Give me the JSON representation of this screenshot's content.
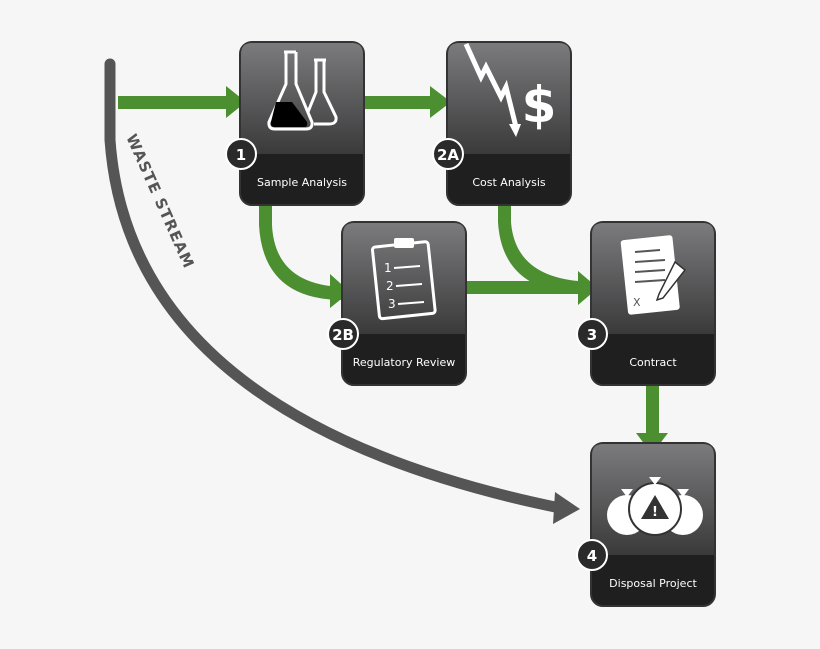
{
  "waste_stream_label": "WASTE STREAM",
  "colors": {
    "green": "#4b8f31",
    "waste": "#555555",
    "box_top": "#7b7b7d",
    "box_bottom": "#1f1f1f"
  },
  "steps": [
    {
      "badge": "1",
      "label": "Sample Analysis",
      "icon": "flasks-icon"
    },
    {
      "badge": "2A",
      "label": "Cost Analysis",
      "icon": "falling-dollar-icon"
    },
    {
      "badge": "2B",
      "label": "Regulatory Review",
      "icon": "clipboard-checklist-icon",
      "list": [
        "1",
        "2",
        "3"
      ]
    },
    {
      "badge": "3",
      "label": "Contract",
      "icon": "signed-contract-icon",
      "mark": "X"
    },
    {
      "badge": "4",
      "label": "Disposal Project",
      "icon": "hazard-money-bags-icon"
    }
  ]
}
